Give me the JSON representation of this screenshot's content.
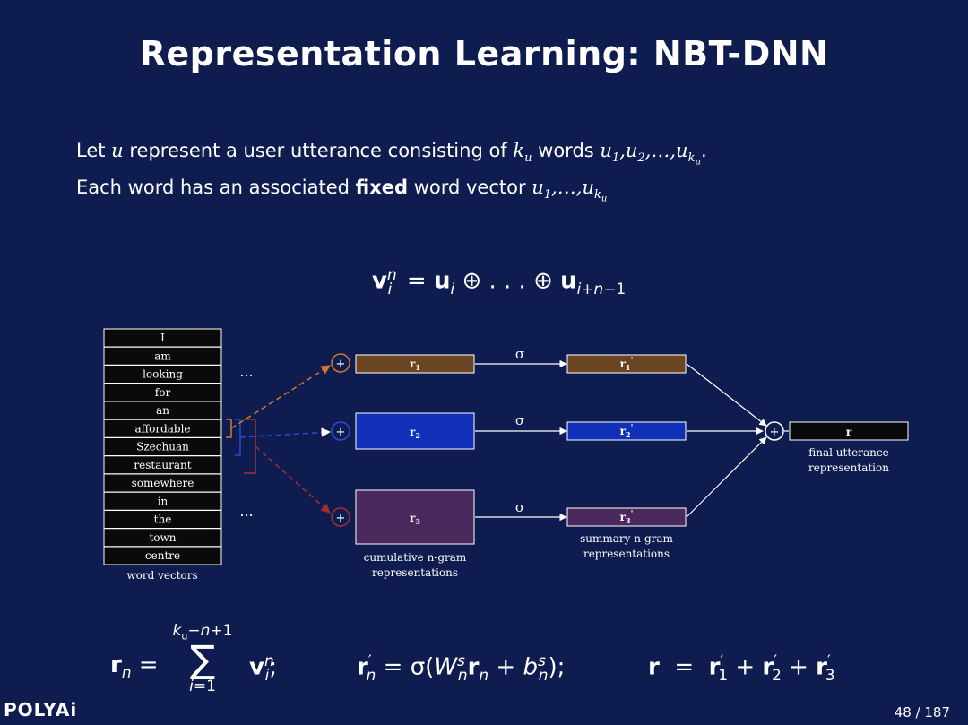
{
  "slide": {
    "title": "Representation Learning: NBT-DNN",
    "intro_line1": {
      "before": "Let ",
      "var_u": "u",
      "middle": " represent a user utterance consisting of ",
      "var_k": "k",
      "var_k_sub": "u",
      "after_k": " words ",
      "word_seq": "u1,u2,...,uku",
      "end": "."
    },
    "intro_line2": {
      "before": "Each word has an associated ",
      "bold": "fixed",
      "after": " word vector ",
      "vec_seq": "u1,...,uku"
    },
    "page_number": "48 / 187",
    "logo": "POLYAi"
  },
  "ngram_formula": "vin = ui ⊕ ... ⊕ ui+n−1",
  "bottom_formulas": {
    "sum_upper": "ku−n+1",
    "sum_lower": "i=1",
    "rn_eq": "rn = ∑ vin;",
    "rprime_eq": "r′n = σ(Wsnrn + bsn);",
    "r_eq": "r = r′1 + r′2 + r′3"
  },
  "diagram": {
    "word_vectors": [
      "I",
      "am",
      "looking",
      "for",
      "an",
      "affordable",
      "Szechuan",
      "restaurant",
      "somewhere",
      "in",
      "the",
      "town",
      "centre"
    ],
    "word_vectors_label": "word vectors",
    "ellipsis_top": "...",
    "ellipsis_bottom": "...",
    "plus_symbol": "+",
    "sigma": "σ",
    "cumulative": [
      "r",
      "r",
      "r"
    ],
    "cumulative_subs": [
      "1",
      "2",
      "3"
    ],
    "summary_subs": [
      "1",
      "2",
      "3"
    ],
    "summary_prime": "'",
    "cumulative_label_1": "cumulative n-gram",
    "cumulative_label_2": "representations",
    "summary_label_1": "summary n-gram",
    "summary_label_2": "representations",
    "final_box": "r",
    "final_label_1": "final utterance",
    "final_label_2": "representation",
    "colors": {
      "brown": "#6b4423",
      "blue": "#1030b8",
      "purple": "#4a2a5e",
      "black": "#0a0a0a",
      "bg": "#0f1c4f"
    }
  }
}
